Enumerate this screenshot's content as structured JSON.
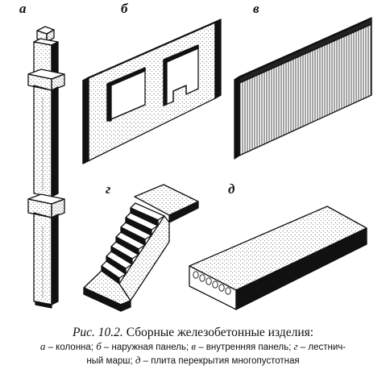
{
  "labels": {
    "a": "а",
    "b": "б",
    "v": "в",
    "g": "г",
    "d": "д"
  },
  "caption": {
    "figure_number": "Рис. 10.2.",
    "title": "Сборные железобетонные изделия:",
    "line1": {
      "k1": "а",
      "t1": " – колонна; ",
      "k2": "б",
      "t2": " – наружная панель; ",
      "k3": "в",
      "t3": " – внутренняя панель; ",
      "k4": "г",
      "t4": " – лестнич-"
    },
    "line2": {
      "t0": "ный марш; ",
      "k5": "д",
      "t5": " – плита перекрытия многопустотная"
    }
  },
  "colors": {
    "ink": "#111111",
    "paper": "#ffffff",
    "stipple": "#6a6a6a"
  }
}
